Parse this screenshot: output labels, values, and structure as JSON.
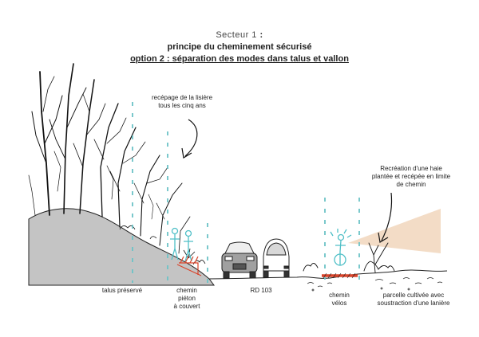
{
  "title": {
    "line1_prefix": "Secteur 1",
    "line1_suffix": " :",
    "line2": "principe du cheminement sécurisé",
    "line3": "option 2 : séparation des modes dans talus et vallon"
  },
  "annotations": {
    "recepage_l1": "recépage de la lisière",
    "recepage_l2": "tous les cinq ans",
    "recreation_l1": "Recréation d'une haie",
    "recreation_l2": "plantée et recépée en limite",
    "recreation_l3": "de chemin"
  },
  "labels": {
    "talus": "talus préservé",
    "pieton_l1": "chemin",
    "pieton_l2": "piéton",
    "pieton_l3": "à couvert",
    "rd": "RD 103",
    "velos_l1": "chemin",
    "velos_l2": "vélos",
    "parcelle_l1": "parcelle cultivée avec",
    "parcelle_l2": "soustraction d'une lanière"
  },
  "colors": {
    "slope": "#c4c4c4",
    "dash": "#6cc3c7",
    "figure": "#4fbfc7",
    "path": "#d9442b",
    "cone": "#f3dcc6",
    "ink": "#222222"
  }
}
